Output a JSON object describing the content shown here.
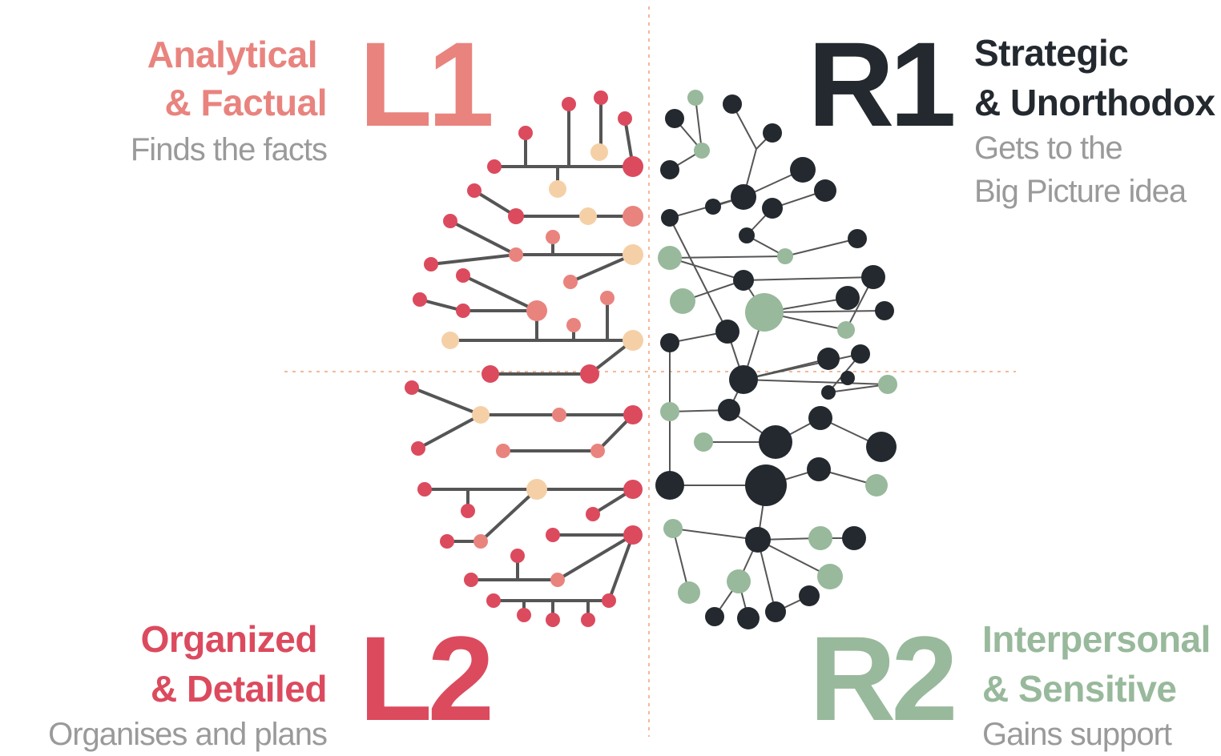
{
  "colors": {
    "l1": "#e9837e",
    "l2": "#dc4a5e",
    "r1": "#23292e",
    "r2": "#98b99b",
    "peach": "#f5d0a7",
    "guide": "#f3b89a",
    "line": "#555555",
    "subtext": "#9a9a9a"
  },
  "quadrants": {
    "l1": {
      "code": "L1",
      "title_line1": "Analytical",
      "title_line2": "& Factual",
      "desc_line1": "Finds the facts"
    },
    "r1": {
      "code": "R1",
      "title_line1": "Strategic",
      "title_line2": "& Unorthodox",
      "desc_line1": "Gets to the",
      "desc_line2": "Big Picture idea"
    },
    "l2": {
      "code": "L2",
      "title_line1": "Organized",
      "title_line2": "& Detailed",
      "desc_line1": "Organises and plans"
    },
    "r2": {
      "code": "R2",
      "title_line1": "Interpersonal",
      "title_line2": "& Sensitive",
      "desc_line1": "Gains support"
    }
  }
}
